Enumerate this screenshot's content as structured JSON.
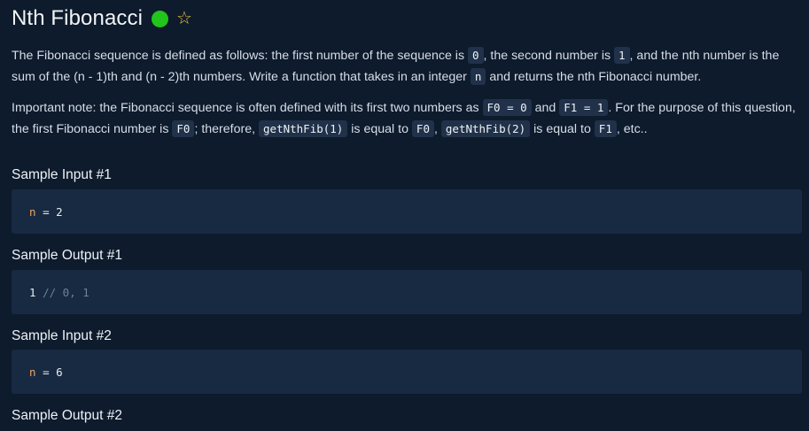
{
  "problem": {
    "title": "Nth Fibonacci",
    "status": "completed",
    "status_color": "#22c51b",
    "favorite_icon": "star-outline-icon",
    "favorite_color": "#e9c23c"
  },
  "description": {
    "p1": {
      "t1": "The Fibonacci sequence is defined as follows: the first number of the sequence is",
      "c1": "0",
      "t2": ", the second number is",
      "c2": "1",
      "t3": ", and the nth number is the sum of the (n - 1)th and (n - 2)th numbers. Write a function that takes in an integer",
      "c3": "n",
      "t4": "and returns the nth Fibonacci number."
    },
    "p2": {
      "t1": "Important note: the Fibonacci sequence is often defined with its first two numbers as",
      "c1": "F0 = 0",
      "t2": "and",
      "c2": "F1 = 1",
      "t3": ". For the purpose of this question, the first Fibonacci number is",
      "c3": "F0",
      "t4": "; therefore,",
      "c4": "getNthFib(1)",
      "t5": "is equal to",
      "c5": "F0",
      "t6": ",",
      "c6": "getNthFib(2)",
      "t7": "is equal to",
      "c7": "F1",
      "t8": ", etc.."
    }
  },
  "samples": [
    {
      "label": "Sample Input #1",
      "var": "n",
      "op": "=",
      "value": "2"
    },
    {
      "label": "Sample Output #1",
      "value": "1",
      "comment": "// 0, 1"
    },
    {
      "label": "Sample Input #2",
      "var": "n",
      "op": "=",
      "value": "6"
    },
    {
      "label": "Sample Output #2"
    }
  ]
}
